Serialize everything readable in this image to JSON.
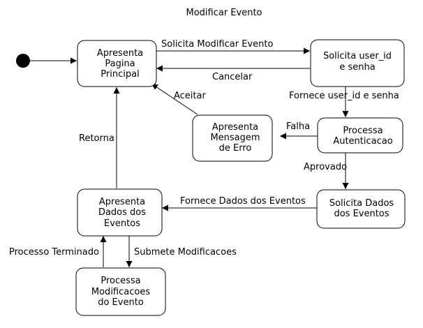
{
  "title": "Modificar Evento",
  "states": {
    "apresenta_pagina": [
      "Apresenta",
      "Pagina",
      "Principal"
    ],
    "solicita_user": [
      "Solicita user_id",
      "e senha"
    ],
    "processa_auth": [
      "Processa",
      "Autenticacao"
    ],
    "apresenta_erro": [
      "Apresenta",
      "Mensagem",
      "de Erro"
    ],
    "solicita_dados": [
      "Solicita Dados",
      "dos Eventos"
    ],
    "apresenta_dados": [
      "Apresenta",
      "Dados dos",
      "Eventos"
    ],
    "processa_mod": [
      "Processa",
      "Modificacoes",
      "do Evento"
    ]
  },
  "transitions": {
    "solicita_modificar": "Solicita Modificar Evento",
    "cancelar": "Cancelar",
    "fornece_user": "Fornece user_id e senha",
    "aceitar": "Aceitar",
    "falha": "Falha",
    "aprovado": "Aprovado",
    "retorna": "Retorna",
    "fornece_dados": "Fornece Dados dos Eventos",
    "processo_terminado": "Processo Terminado",
    "submete": "Submete Modificacoes"
  }
}
